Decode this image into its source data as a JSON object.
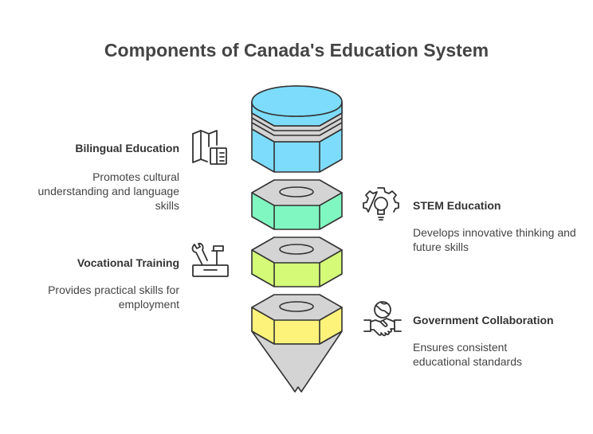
{
  "title": "Components of Canada's Education System",
  "items": [
    {
      "label": "Bilingual Education",
      "description": "Promotes cultural understanding and language skills",
      "icon": "map-book-icon",
      "color": "#7DDCFB"
    },
    {
      "label": "STEM Education",
      "description": "Develops innovative thinking and future skills",
      "icon": "gear-lightbulb-icon",
      "color": "#80F7C0"
    },
    {
      "label": "Vocational Training",
      "description": "Provides practical skills for employment",
      "icon": "tools-toolbox-icon",
      "color": "#D4FA78"
    },
    {
      "label": "Government Collaboration",
      "description": "Ensures consistent educational standards",
      "icon": "handshake-globe-icon",
      "color": "#FDF27A"
    }
  ],
  "colors": {
    "stroke": "#333333",
    "gray": "#D4D4D4"
  }
}
